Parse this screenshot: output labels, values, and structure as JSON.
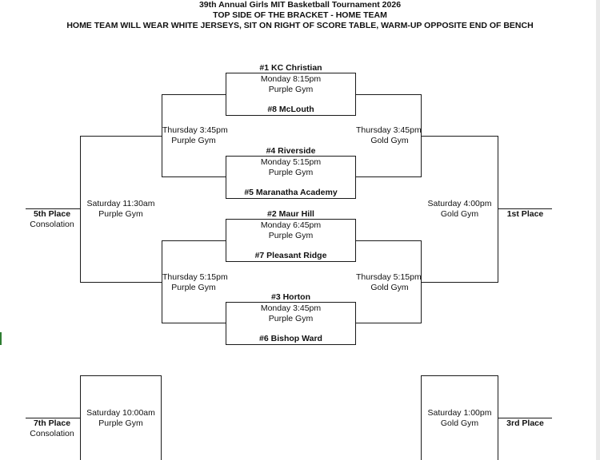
{
  "header": {
    "line1": "39th Annual Girls MIT Basketball Tournament 2026",
    "line2": "TOP SIDE OF THE BRACKET - HOME TEAM",
    "line3": "HOME TEAM WILL WEAR WHITE JERSEYS, SIT ON RIGHT OF SCORE TABLE, WARM-UP OPPOSITE END OF BENCH"
  },
  "first_round": [
    {
      "top_team": "#1 KC Christian",
      "time": "Monday 8:15pm",
      "gym": "Purple Gym",
      "bottom_team": "#8  McLouth"
    },
    {
      "top_team": "#4 Riverside",
      "time": "Monday 5:15pm",
      "gym": "Purple Gym",
      "bottom_team": "#5  Maranatha Academy"
    },
    {
      "top_team": "#2 Maur Hill",
      "time": "Monday 6:45pm",
      "gym": "Purple Gym",
      "bottom_team": "#7 Pleasant Ridge"
    },
    {
      "top_team": "#3 Horton",
      "time": "Monday 3:45pm",
      "gym": "Purple Gym",
      "bottom_team": "#6 Bishop Ward"
    }
  ],
  "semis_left": [
    {
      "time": "Thursday 3:45pm",
      "gym": "Purple Gym"
    },
    {
      "time": "Thursday 5:15pm",
      "gym": "Purple Gym"
    }
  ],
  "semis_right": [
    {
      "time": "Thursday 3:45pm",
      "gym": "Gold Gym"
    },
    {
      "time": "Thursday 5:15pm",
      "gym": "Gold Gym"
    }
  ],
  "fifth_place_game": {
    "time": "Saturday 11:30am",
    "gym": "Purple Gym"
  },
  "championship_game": {
    "time": "Saturday 4:00pm",
    "gym": "Gold Gym"
  },
  "seventh_place_game": {
    "time": "Saturday 10:00am",
    "gym": "Purple Gym"
  },
  "third_place_game": {
    "time": "Saturday 1:00pm",
    "gym": "Gold Gym"
  },
  "placements": {
    "fifth": "5th Place",
    "consolation_a": "Consolation",
    "first": "1st Place",
    "seventh": "7th Place",
    "consolation_b": "Consolation",
    "third": "3rd Place"
  }
}
